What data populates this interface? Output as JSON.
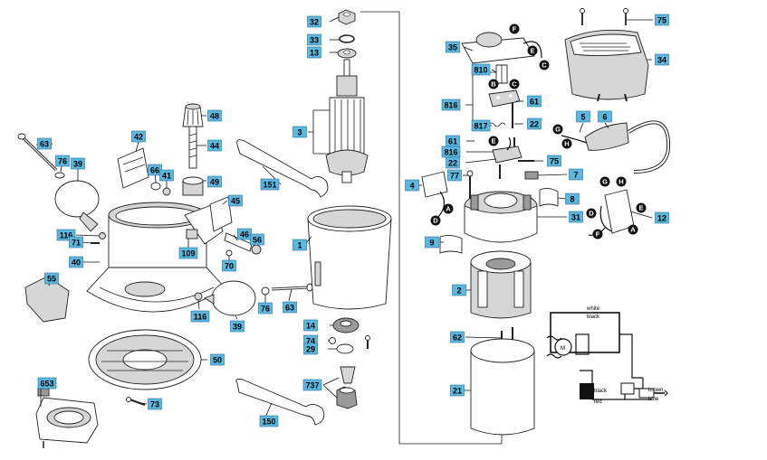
{
  "callouts": [
    {
      "id": "c32",
      "label": "32"
    },
    {
      "id": "c33",
      "label": "33"
    },
    {
      "id": "c13",
      "label": "13"
    },
    {
      "id": "c3",
      "label": "3"
    },
    {
      "id": "c48",
      "label": "48"
    },
    {
      "id": "c44",
      "label": "44"
    },
    {
      "id": "c42",
      "label": "42"
    },
    {
      "id": "c66",
      "label": "66"
    },
    {
      "id": "c41",
      "label": "41"
    },
    {
      "id": "c49",
      "label": "49"
    },
    {
      "id": "c63a",
      "label": "63"
    },
    {
      "id": "c76a",
      "label": "76"
    },
    {
      "id": "c39a",
      "label": "39"
    },
    {
      "id": "c151",
      "label": "151"
    },
    {
      "id": "c45",
      "label": "45"
    },
    {
      "id": "c116a",
      "label": "116"
    },
    {
      "id": "c71",
      "label": "71"
    },
    {
      "id": "c109",
      "label": "109"
    },
    {
      "id": "c46",
      "label": "46"
    },
    {
      "id": "c56",
      "label": "56"
    },
    {
      "id": "c40",
      "label": "40"
    },
    {
      "id": "c70",
      "label": "70"
    },
    {
      "id": "c1",
      "label": "1"
    },
    {
      "id": "c55",
      "label": "55"
    },
    {
      "id": "c116b",
      "label": "116"
    },
    {
      "id": "c39b",
      "label": "39"
    },
    {
      "id": "c76b",
      "label": "76"
    },
    {
      "id": "c63b",
      "label": "63"
    },
    {
      "id": "c14",
      "label": "14"
    },
    {
      "id": "c74",
      "label": "74"
    },
    {
      "id": "c29",
      "label": "29"
    },
    {
      "id": "c50",
      "label": "50"
    },
    {
      "id": "c737",
      "label": "737"
    },
    {
      "id": "c653",
      "label": "653"
    },
    {
      "id": "c73",
      "label": "73"
    },
    {
      "id": "c150",
      "label": "150"
    },
    {
      "id": "c35",
      "label": "35"
    },
    {
      "id": "c810",
      "label": "810"
    },
    {
      "id": "c816a",
      "label": "816"
    },
    {
      "id": "c61a",
      "label": "61"
    },
    {
      "id": "c817",
      "label": "817"
    },
    {
      "id": "c22a",
      "label": "22"
    },
    {
      "id": "c61b",
      "label": "61"
    },
    {
      "id": "c816b",
      "label": "816"
    },
    {
      "id": "c22b",
      "label": "22"
    },
    {
      "id": "c77",
      "label": "77"
    },
    {
      "id": "c75b",
      "label": "75"
    },
    {
      "id": "c7",
      "label": "7"
    },
    {
      "id": "c4",
      "label": "4"
    },
    {
      "id": "c8",
      "label": "8"
    },
    {
      "id": "c31",
      "label": "31"
    },
    {
      "id": "c9",
      "label": "9"
    },
    {
      "id": "c2",
      "label": "2"
    },
    {
      "id": "c62",
      "label": "62"
    },
    {
      "id": "c21",
      "label": "21"
    },
    {
      "id": "c75a",
      "label": "75"
    },
    {
      "id": "c34",
      "label": "34"
    },
    {
      "id": "c5",
      "label": "5"
    },
    {
      "id": "c6",
      "label": "6"
    },
    {
      "id": "c12",
      "label": "12"
    }
  ],
  "connector_tags": [
    {
      "id": "tF1",
      "label": "F"
    },
    {
      "id": "tE1",
      "label": "E"
    },
    {
      "id": "tC1",
      "label": "C"
    },
    {
      "id": "tB1",
      "label": "B"
    },
    {
      "id": "tC2",
      "label": "C"
    },
    {
      "id": "tE2",
      "label": "E"
    },
    {
      "id": "tA1",
      "label": "A"
    },
    {
      "id": "tD1",
      "label": "D"
    },
    {
      "id": "tG1",
      "label": "G"
    },
    {
      "id": "tH1",
      "label": "H"
    },
    {
      "id": "tG2",
      "label": "G"
    },
    {
      "id": "tH2",
      "label": "H"
    },
    {
      "id": "tD2",
      "label": "D"
    },
    {
      "id": "tE3",
      "label": "E"
    },
    {
      "id": "tA2",
      "label": "A"
    },
    {
      "id": "tF2",
      "label": "F"
    }
  ],
  "wiring": {
    "white": "white",
    "black_top": "black",
    "black": "black",
    "red": "red",
    "brown": "brown",
    "blue": "blue",
    "motor": "M"
  }
}
